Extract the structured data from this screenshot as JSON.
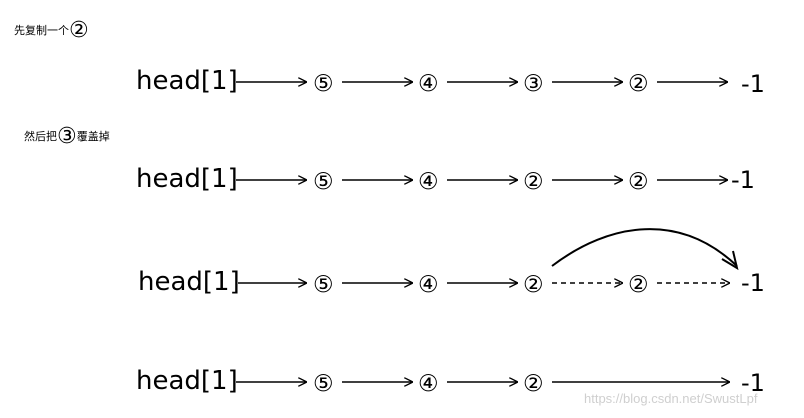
{
  "notes": [
    {
      "text": "先复制一个",
      "circle": "②"
    },
    {
      "text": "然后把",
      "circle": "③",
      "suffix": "覆盖掉"
    }
  ],
  "rows": [
    {
      "head": "head[1]",
      "nodes": [
        "⑤",
        "④",
        "③",
        "②"
      ],
      "end": "-1"
    },
    {
      "head": "head[1]",
      "nodes": [
        "⑤",
        "④",
        "②",
        "②"
      ],
      "end": "-1"
    },
    {
      "head": "head[1]",
      "nodes": [
        "⑤",
        "④",
        "②",
        "②"
      ],
      "end": "-1"
    },
    {
      "head": "head[1]",
      "nodes": [
        "⑤",
        "④",
        "②"
      ],
      "end": "-1"
    }
  ],
  "watermark": "https://blog.csdn.net/SwustLpf"
}
